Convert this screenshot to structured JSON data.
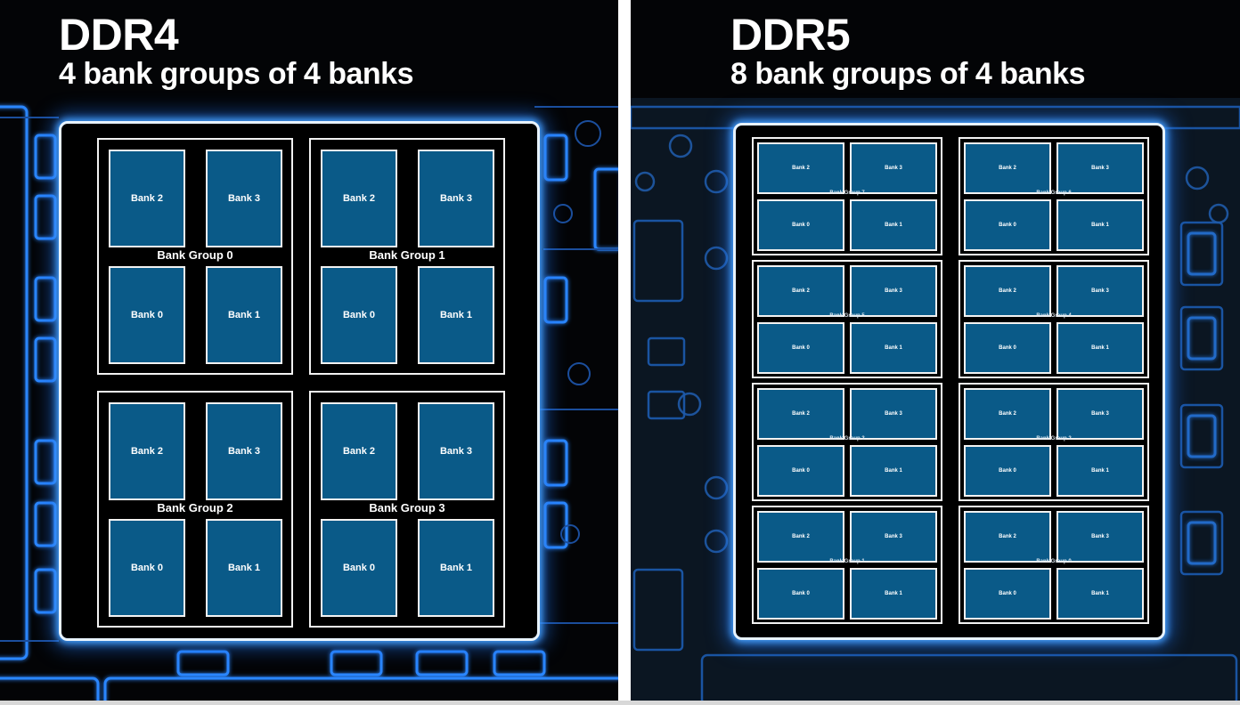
{
  "ddr4": {
    "title": "DDR4",
    "subtitle": "4 bank groups of 4 banks",
    "bank_groups": [
      {
        "label": "Bank Group 0",
        "banks": [
          "Bank 2",
          "Bank 3",
          "Bank 0",
          "Bank 1"
        ]
      },
      {
        "label": "Bank Group 1",
        "banks": [
          "Bank 2",
          "Bank 3",
          "Bank 0",
          "Bank 1"
        ]
      },
      {
        "label": "Bank Group 2",
        "banks": [
          "Bank 2",
          "Bank 3",
          "Bank 0",
          "Bank 1"
        ]
      },
      {
        "label": "Bank Group 3",
        "banks": [
          "Bank 2",
          "Bank 3",
          "Bank 0",
          "Bank 1"
        ]
      }
    ]
  },
  "ddr5": {
    "title": "DDR5",
    "subtitle": "8 bank groups of 4 banks",
    "bank_groups": [
      {
        "label": "Bank Group 7",
        "banks": [
          "Bank 2",
          "Bank 3",
          "Bank 0",
          "Bank 1"
        ]
      },
      {
        "label": "Bank Group 6",
        "banks": [
          "Bank 2",
          "Bank 3",
          "Bank 0",
          "Bank 1"
        ]
      },
      {
        "label": "Bank Group 5",
        "banks": [
          "Bank 2",
          "Bank 3",
          "Bank 0",
          "Bank 1"
        ]
      },
      {
        "label": "Bank Group 4",
        "banks": [
          "Bank 2",
          "Bank 3",
          "Bank 0",
          "Bank 1"
        ]
      },
      {
        "label": "Bank Group 3",
        "banks": [
          "Bank 2",
          "Bank 3",
          "Bank 0",
          "Bank 1"
        ]
      },
      {
        "label": "Bank Group 2",
        "banks": [
          "Bank 2",
          "Bank 3",
          "Bank 0",
          "Bank 1"
        ]
      },
      {
        "label": "Bank Group 1",
        "banks": [
          "Bank 2",
          "Bank 3",
          "Bank 0",
          "Bank 1"
        ]
      },
      {
        "label": "Bank Group 0",
        "banks": [
          "Bank 2",
          "Bank 3",
          "Bank 0",
          "Bank 1"
        ]
      }
    ]
  },
  "colors": {
    "bank_fill": "#0a5a88",
    "board_glow": "#1e78ff",
    "outline": "#f2f2f2",
    "background": "#000000"
  }
}
